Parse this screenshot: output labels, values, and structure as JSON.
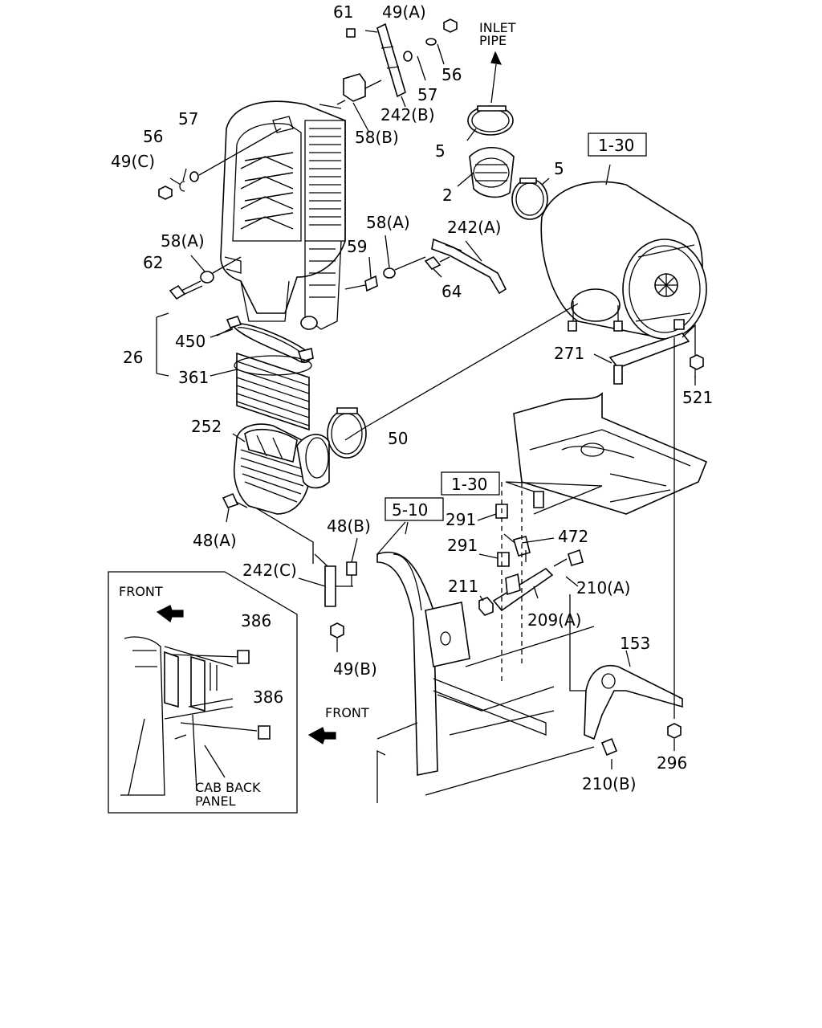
{
  "callouts": {
    "c61": "61",
    "c49a": "49(A)",
    "c56_top": "56",
    "c57_top": "57",
    "c242b": "242(B)",
    "c58b": "58(B)",
    "c56_left": "56",
    "c57_left": "57",
    "c49c": "49(C)",
    "c5_upper": "5",
    "c2": "2",
    "c5_right": "5",
    "c58a_left": "58(A)",
    "c62": "62",
    "c59": "59",
    "c58a_mid": "58(A)",
    "c242a": "242(A)",
    "c64": "64",
    "c450": "450",
    "c26": "26",
    "c361": "361",
    "c271": "271",
    "c521": "521",
    "c252": "252",
    "c50": "50",
    "c48a": "48(A)",
    "c48b": "48(B)",
    "c242c": "242(C)",
    "c49b": "49(B)",
    "c291_a": "291",
    "c291_b": "291",
    "c472": "472",
    "c211": "211",
    "c210a": "210(A)",
    "c209a": "209(A)",
    "c153": "153",
    "c210b": "210(B)",
    "c296": "296",
    "c386_a": "386",
    "c386_b": "386"
  },
  "refs": {
    "ref_1_30_top": "1-30",
    "ref_1_30_mid": "1-30",
    "ref_5_10": "5-10"
  },
  "notes": {
    "inlet_line1": "INLET",
    "inlet_line2": "PIPE",
    "front_inset": "FRONT",
    "front_main": "FRONT",
    "cab_line1": "CAB BACK",
    "cab_line2": "PANEL"
  }
}
